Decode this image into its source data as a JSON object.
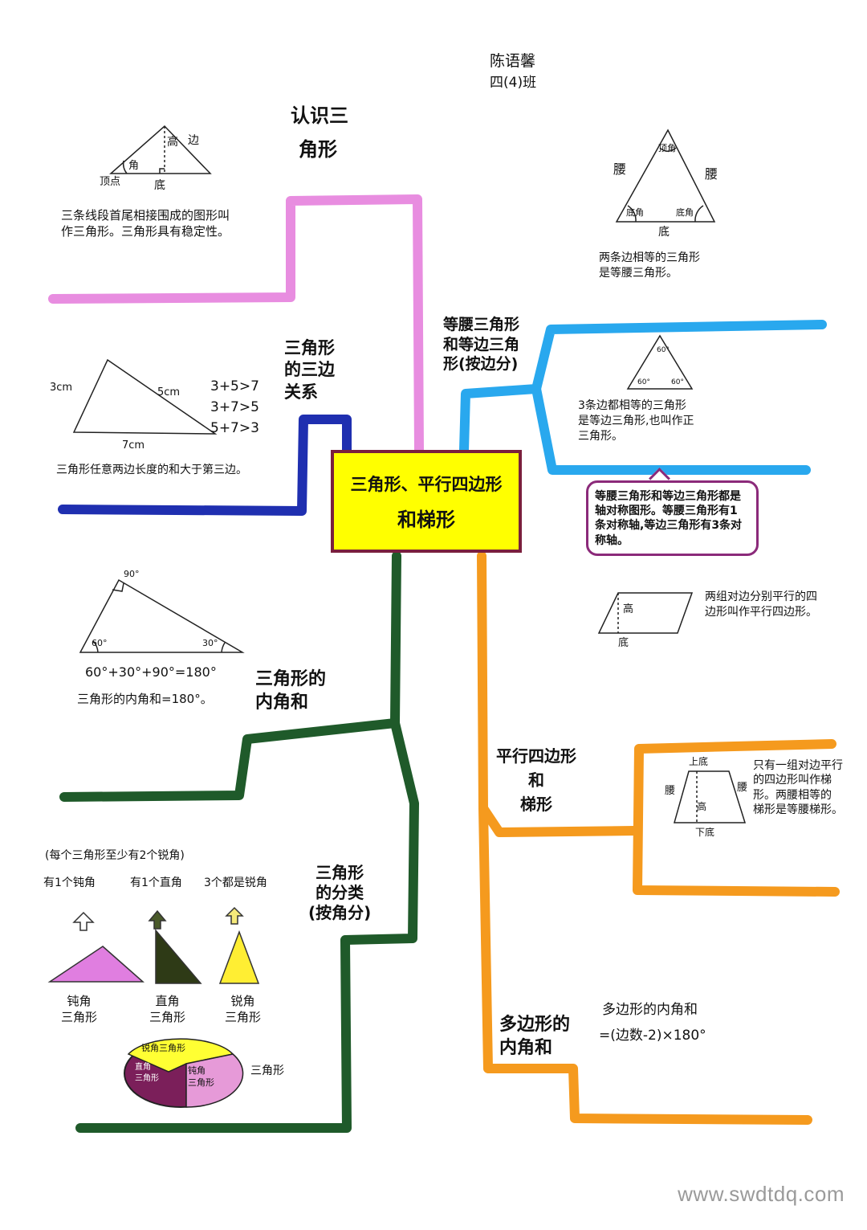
{
  "author": {
    "name": "陈语馨",
    "class": "四(4)班"
  },
  "center": {
    "line1": "三角形、平行四边形",
    "line2": "和梯形"
  },
  "branches": {
    "recognize": {
      "title_line1": "认识三",
      "title_line2": "角形",
      "diagram_labels": {
        "height": "高",
        "side": "边",
        "angle": "角",
        "vertex": "顶点",
        "base": "底"
      },
      "definition": "三条线段首尾相接围成的图形叫\n作三角形。三角形具有稳定性。"
    },
    "sides_relation": {
      "title": "三角形\n的三边\n关系",
      "labels": {
        "left": "3cm",
        "right": "5cm",
        "bottom": "7cm"
      },
      "inequalities": [
        "3+5>7",
        "3+7>5",
        "5+7>3"
      ],
      "rule": "三角形任意两边长度的和大于第三边。"
    },
    "angle_sum": {
      "title": "三角形的\n内角和",
      "angles": {
        "top": "90°",
        "left": "60°",
        "right": "30°"
      },
      "equation": "60°+30°+90°=180°",
      "rule": "三角形的内角和=180°。"
    },
    "classify_by_angle": {
      "title": "三角形\n的分类\n(按角分)",
      "note": "(每个三角形至少有2个锐角)",
      "cases": [
        "有1个钝角",
        "有1个直角",
        "3个都是锐角"
      ],
      "types": [
        "钝角\n三角形",
        "直角\n三角形",
        "锐角\n三角形"
      ],
      "venn": {
        "acute": "锐角三角形",
        "obtuse": "钝角\n三角形",
        "right": "直角\n三角形",
        "whole": "三角形"
      }
    },
    "classify_by_side": {
      "title": "等腰三角形\n和等边三角\n形(按边分)",
      "isosceles_labels": {
        "apex": "顶角",
        "leg_left": "腰",
        "leg_right": "腰",
        "base_angle_left": "底角",
        "base_angle_right": "底角",
        "base": "底"
      },
      "isosceles_def": "两条边相等的三角形\n是等腰三角形。",
      "equilateral_angles": [
        "60°",
        "60°",
        "60°"
      ],
      "equilateral_def": "3条边都相等的三角形\n是等边三角形,也叫作正\n三角形。",
      "callout": "等腰三角形和等边三角形都是\n轴对称图形。等腰三角形有1\n条对称轴,等边三角形有3条对\n称轴。"
    },
    "parallelogram_trapezoid": {
      "parallelogram_labels": {
        "height": "高",
        "base": "底"
      },
      "parallelogram_def": "两组对边分别平行的四\n边形叫作平行四边形。",
      "title": "平行四边形\n和\n梯形",
      "trapezoid_labels": {
        "top": "上底",
        "bottom": "下底",
        "leg_left": "腰",
        "leg_right": "腰",
        "height": "高"
      },
      "trapezoid_def": "只有一组对边平行\n的四边形叫作梯\n形。两腰相等的\n梯形是等腰梯形。"
    },
    "polygon_angle_sum": {
      "title": "多边形的\n内角和",
      "formula_line1": "多边形的内角和",
      "formula_line2": "=(边数-2)×180°"
    }
  },
  "colors": {
    "pink": "#e88de0",
    "blue_dark": "#1f2fb0",
    "green": "#1f5a2a",
    "cyan": "#29a8ee",
    "orange": "#f59a1e",
    "yellow": "#ffff00",
    "maroon": "#7a1f3d",
    "purple": "#8b2a7a"
  },
  "watermark": "www.swdtdq.com"
}
